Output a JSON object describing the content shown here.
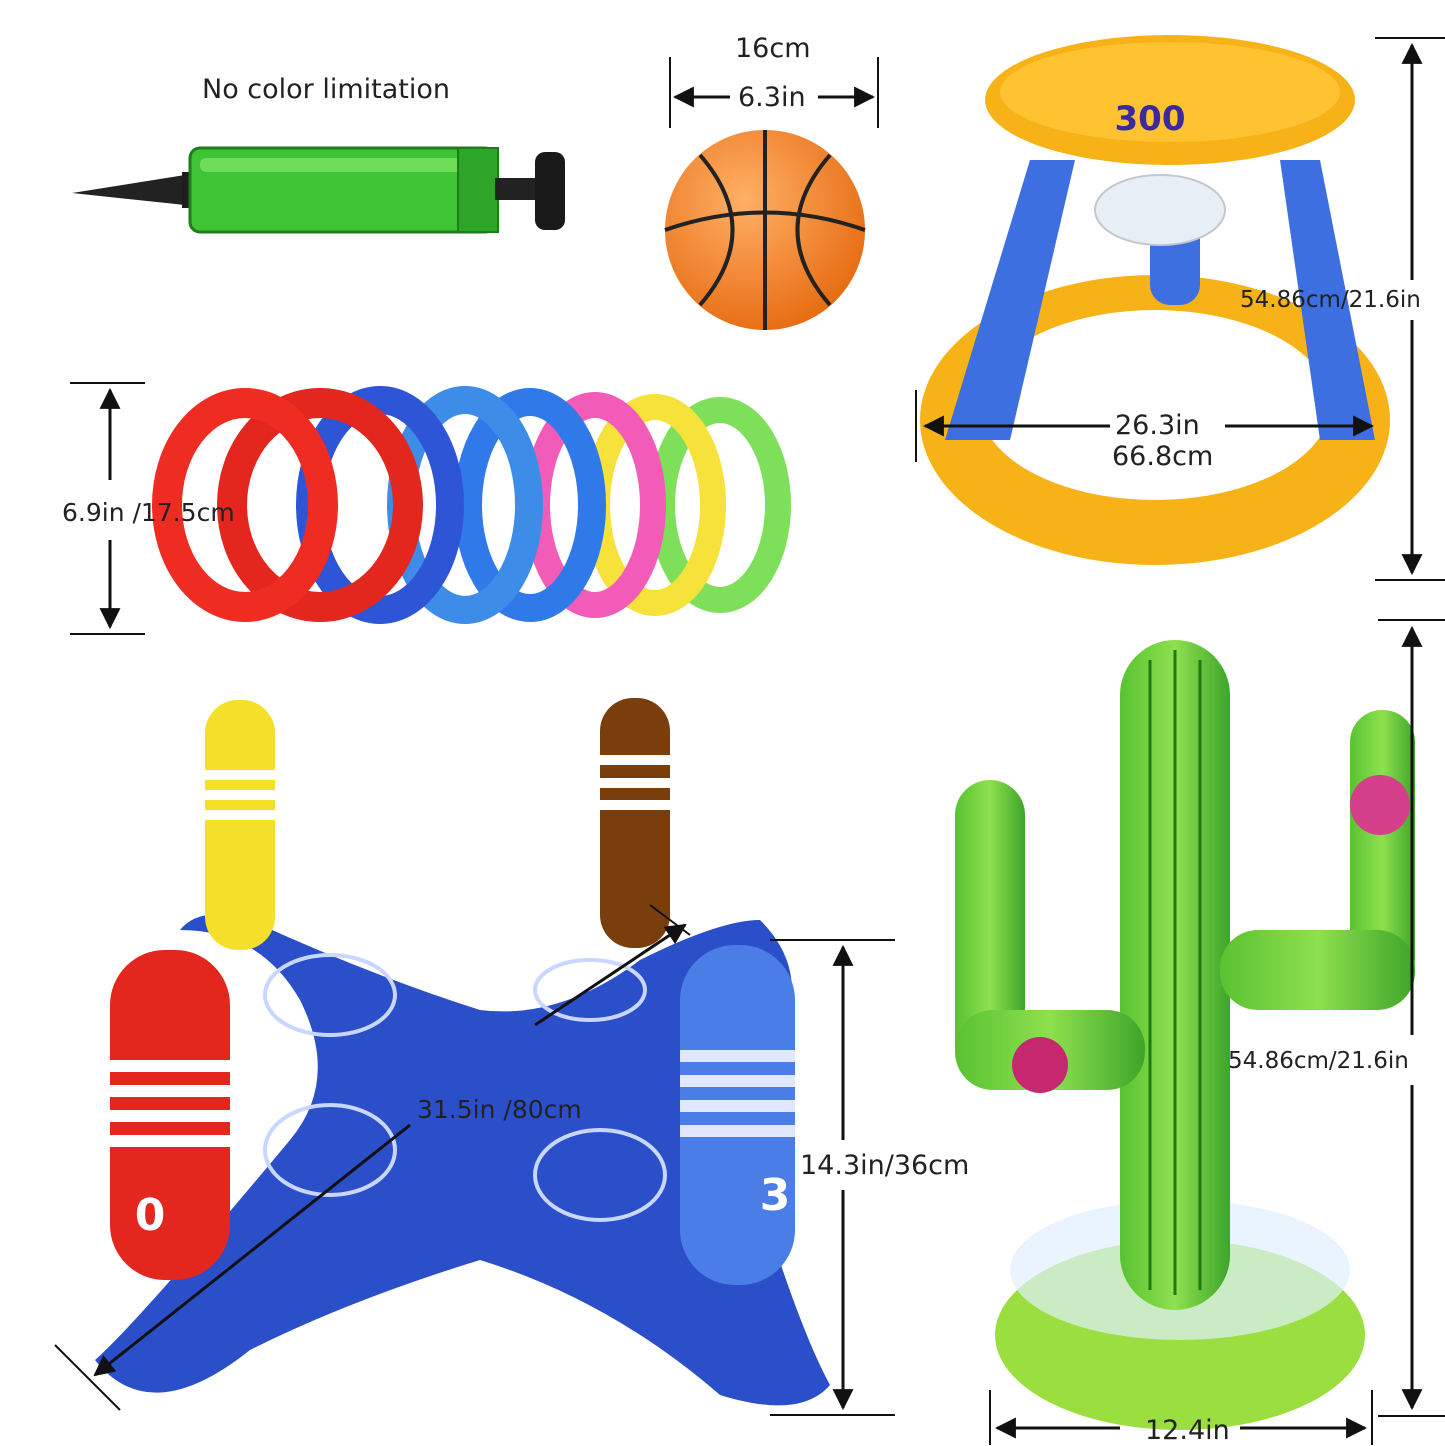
{
  "pump": {
    "note": "No color limitation"
  },
  "ball": {
    "size_cm": "16cm",
    "size_in": "6.3in"
  },
  "hoop": {
    "height": "54.86cm/21.6in",
    "width_in": "26.3in",
    "width_cm": "66.8cm",
    "backboard_number": "300"
  },
  "rings": {
    "size": "6.9in /17.5cm"
  },
  "ring_toss": {
    "diagonal": "31.5in /80cm",
    "height": "14.3in/36cm",
    "peg_left_number": "0",
    "peg_right_number": "3"
  },
  "cactus": {
    "height": "54.86cm/21.6in",
    "width": "12.4in"
  },
  "colors": {
    "blue": "#2b4fc9",
    "orange": "#f5b21c",
    "green": "#3cb42f",
    "red": "#e3261e"
  }
}
